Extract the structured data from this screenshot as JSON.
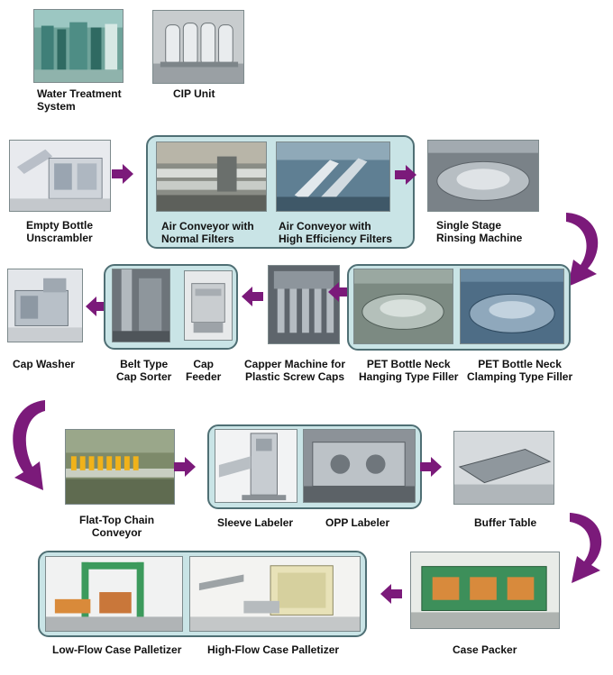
{
  "colors": {
    "arrow": "#7b1a7a",
    "box_fill": "#c9e4e6",
    "box_border": "#4f6f74"
  },
  "stations": {
    "water_treatment": "Water Treatment\nSystem",
    "cip_unit": "CIP Unit",
    "empty_bottle_unscrambler": "Empty Bottle\nUnscrambler",
    "air_conveyor_normal": "Air Conveyor with\nNormal Filters",
    "air_conveyor_high": "Air Conveyor with\nHigh Efficiency Filters",
    "single_stage_rinsing": "Single Stage\nRinsing Machine",
    "cap_washer": "Cap Washer",
    "belt_type_cap_sorter": "Belt Type\nCap Sorter",
    "cap_feeder": "Cap\nFeeder",
    "capper_machine": "Capper Machine for\nPlastic Screw Caps",
    "pet_hanging_filler": "PET Bottle Neck\nHanging Type Filler",
    "pet_clamping_filler": "PET Bottle Neck\nClamping Type Filler",
    "flat_top_conveyor": "Flat-Top Chain\nConveyor",
    "sleeve_labeler": "Sleeve Labeler",
    "opp_labeler": "OPP Labeler",
    "buffer_table": "Buffer Table",
    "low_flow_palletizer": "Low-Flow Case Palletizer",
    "high_flow_palletizer": "High-Flow Case Palletizer",
    "case_packer": "Case Packer"
  }
}
